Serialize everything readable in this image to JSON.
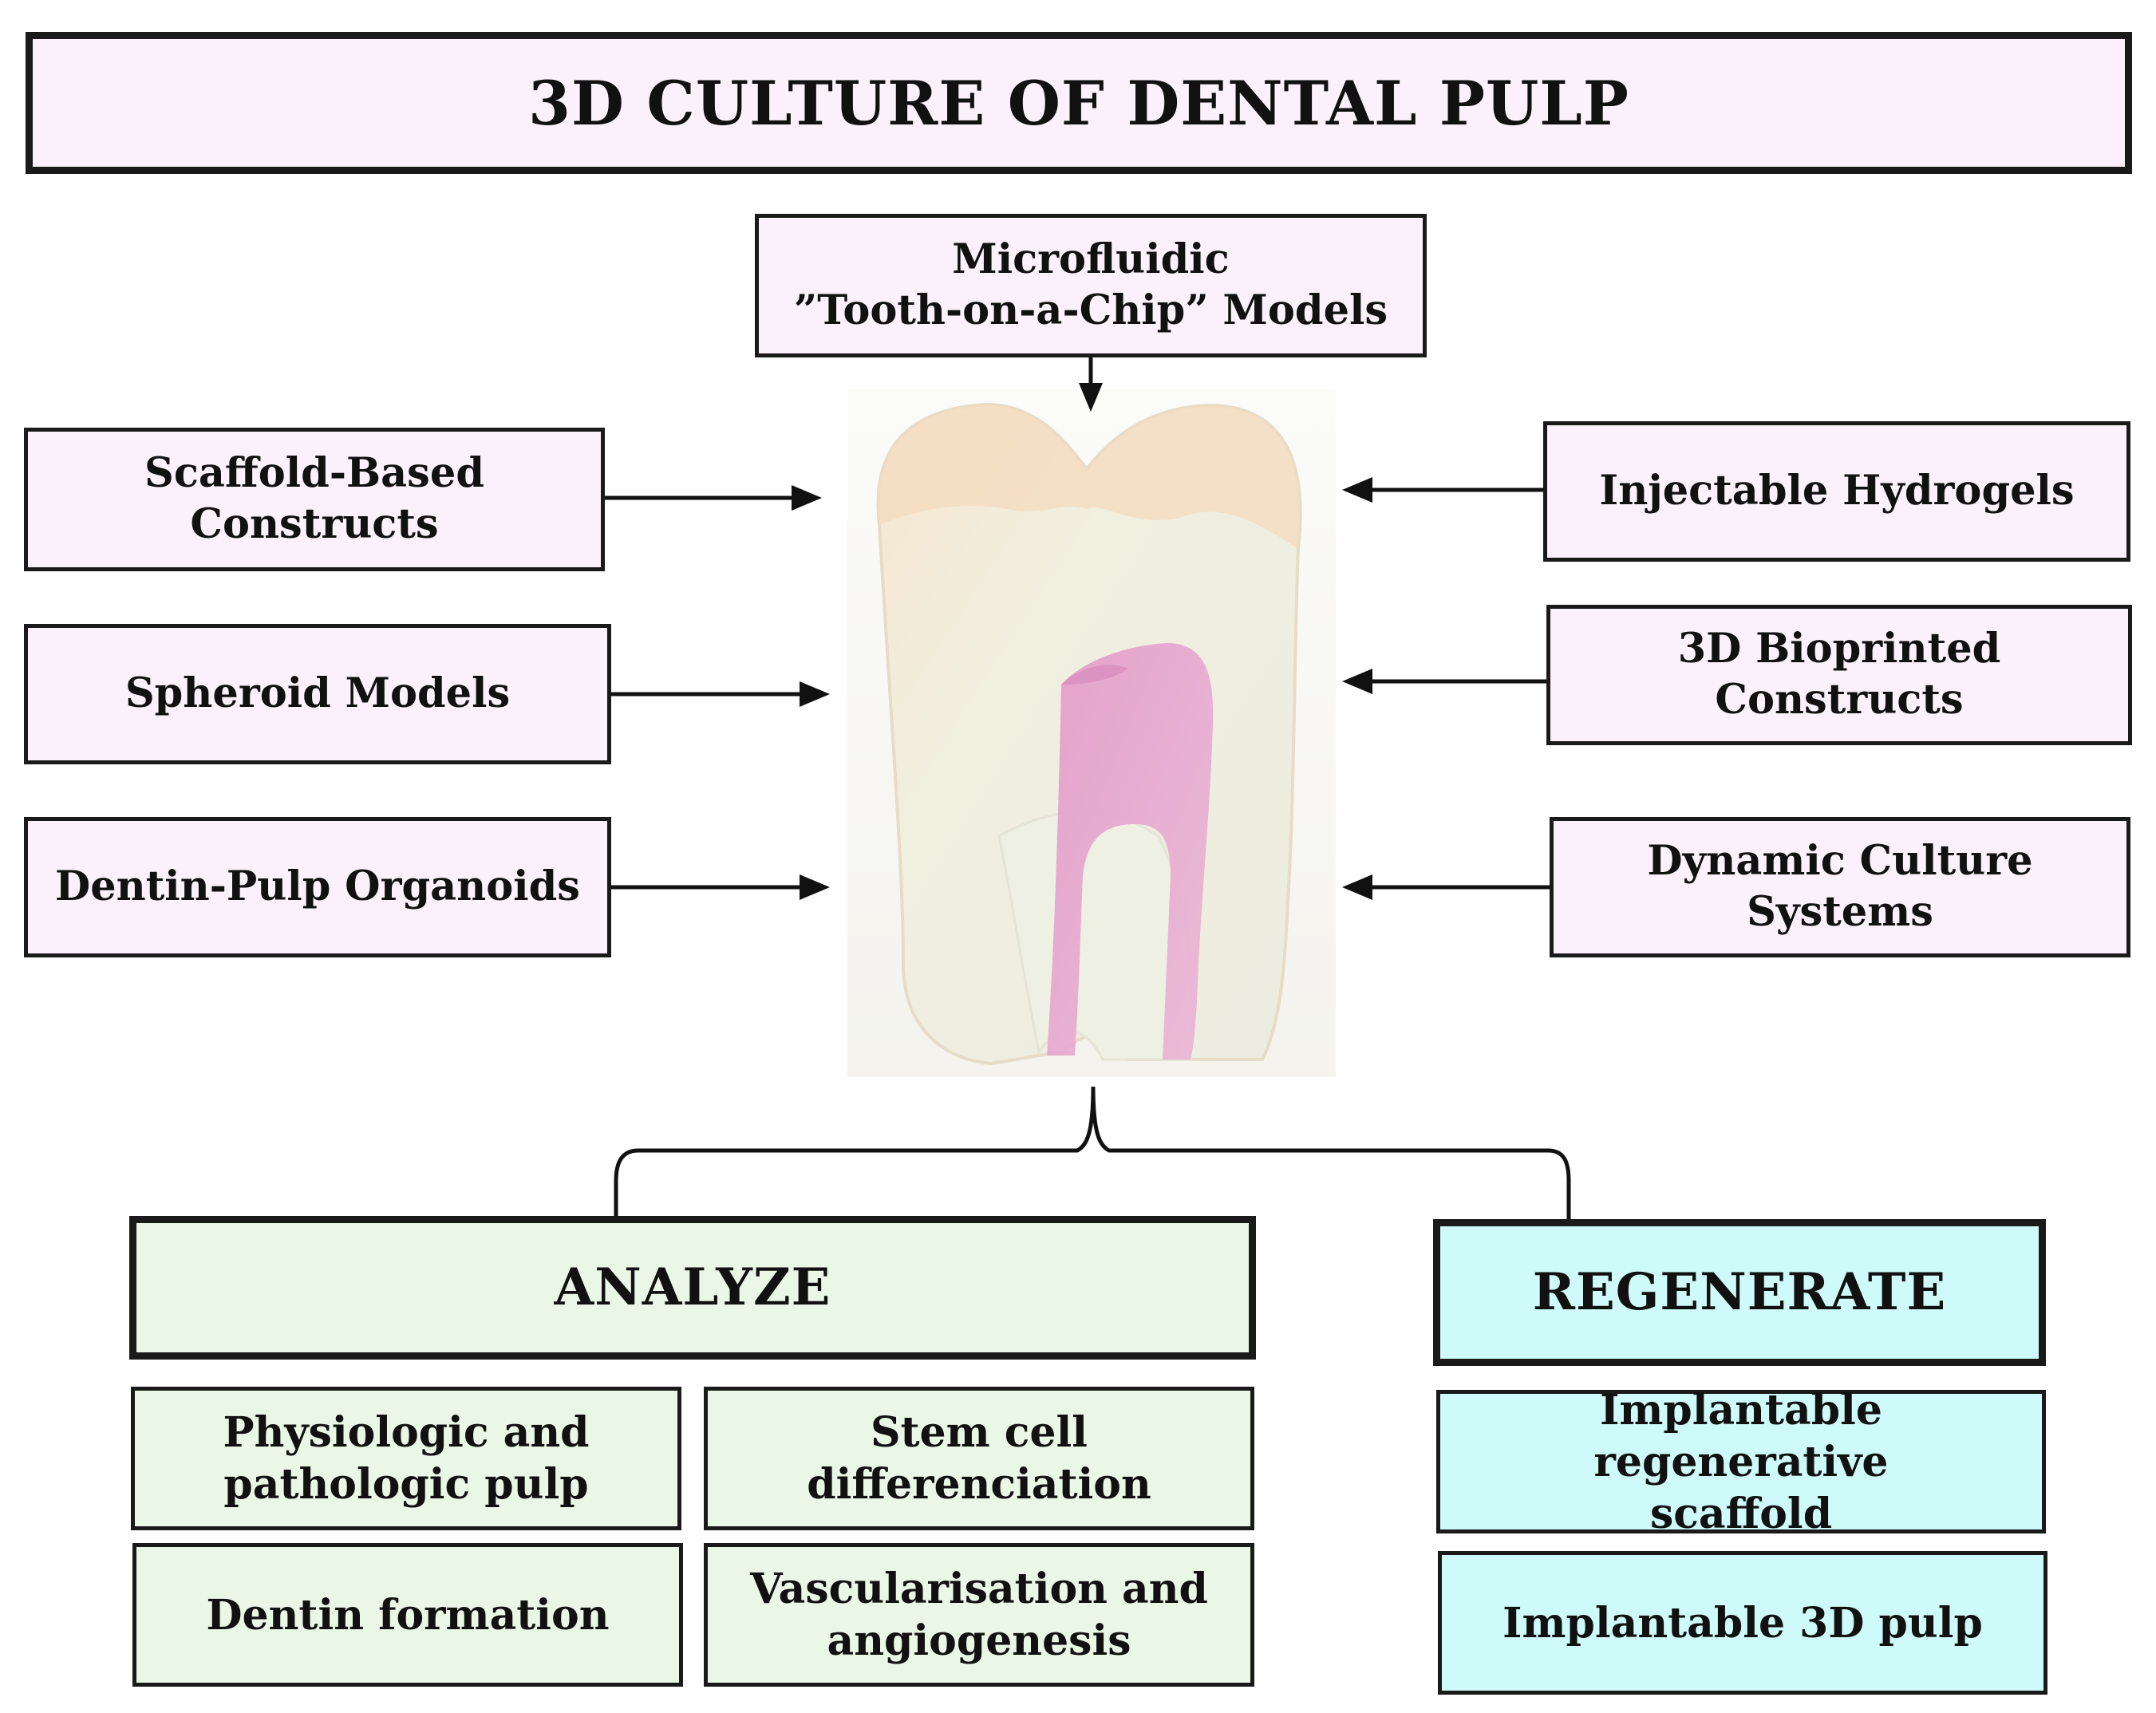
{
  "title": "3D CULTURE OF DENTAL PULP",
  "methods": {
    "top": [
      "Microfluidic",
      "”Tooth-on-a-Chip” Models"
    ],
    "left": [
      [
        "Scaffold-Based",
        "Constructs"
      ],
      [
        "Spheroid Models"
      ],
      [
        "Dentin-Pulp Organoids"
      ]
    ],
    "right": [
      [
        "Injectable Hydrogels"
      ],
      [
        "3D Bioprinted Constructs"
      ],
      [
        "Dynamic Culture Systems"
      ]
    ]
  },
  "analyze": {
    "header": "ANALYZE",
    "items": [
      [
        "Physiologic and",
        "pathologic pulp"
      ],
      [
        "Stem cell",
        "differenciation"
      ],
      [
        "Dentin formation"
      ],
      [
        "Vascularisation and",
        "angiogenesis"
      ]
    ]
  },
  "regenerate": {
    "header": "REGENERATE",
    "items": [
      [
        "Implantable regenerative",
        "scaffold"
      ],
      [
        "Implantable 3D pulp"
      ]
    ]
  },
  "colors": {
    "pink_box": "#fbf1fa",
    "green_box": "#eaf6e6",
    "cyan_box": "#cffafa",
    "tooth_enamel": "#f2e3c8",
    "tooth_dentin": "#f3f1e4",
    "pulp": "#e9a9d4"
  }
}
